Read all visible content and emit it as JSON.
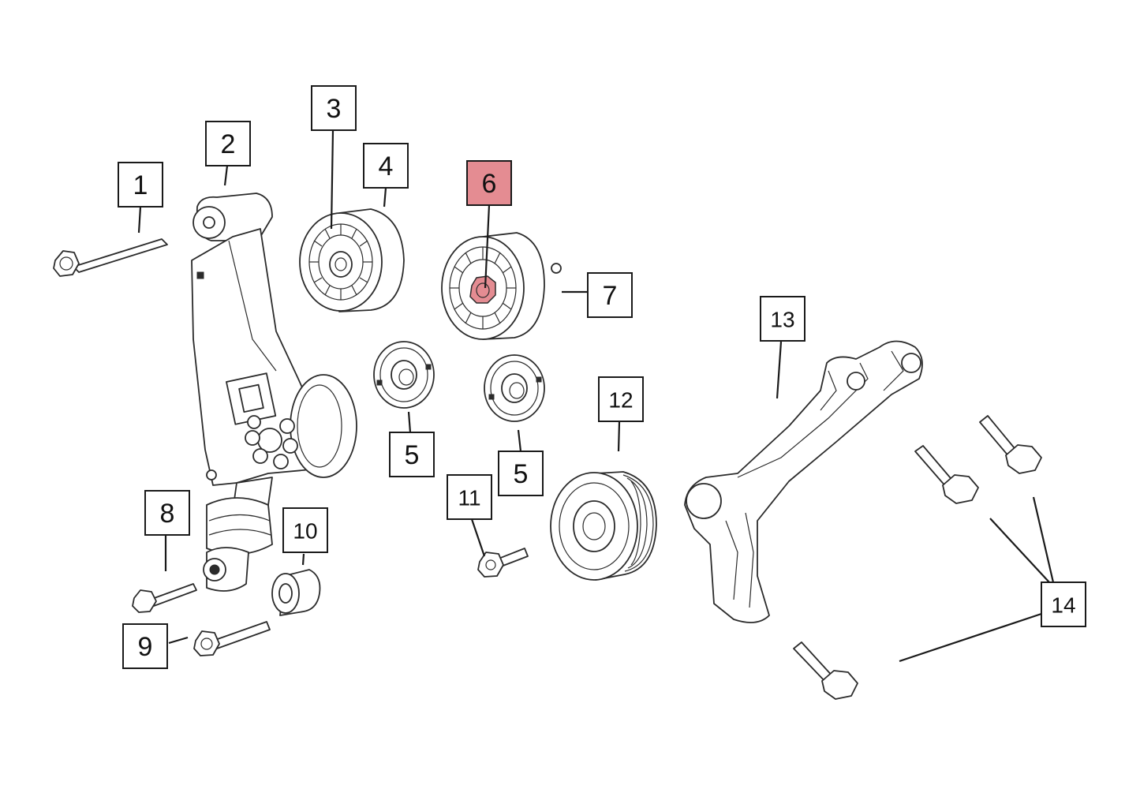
{
  "callouts": [
    {
      "id": "1",
      "label": "1"
    },
    {
      "id": "2",
      "label": "2"
    },
    {
      "id": "3",
      "label": "3"
    },
    {
      "id": "4",
      "label": "4"
    },
    {
      "id": "5a",
      "label": "5"
    },
    {
      "id": "5b",
      "label": "5"
    },
    {
      "id": "6",
      "label": "6",
      "highlighted": true
    },
    {
      "id": "7",
      "label": "7"
    },
    {
      "id": "8",
      "label": "8"
    },
    {
      "id": "9",
      "label": "9"
    },
    {
      "id": "10",
      "label": "10"
    },
    {
      "id": "11",
      "label": "11"
    },
    {
      "id": "12",
      "label": "12"
    },
    {
      "id": "13",
      "label": "13"
    },
    {
      "id": "14",
      "label": "14"
    }
  ],
  "colors": {
    "highlight": "#e48c92",
    "line": "#1a1a1a",
    "background": "#ffffff"
  }
}
